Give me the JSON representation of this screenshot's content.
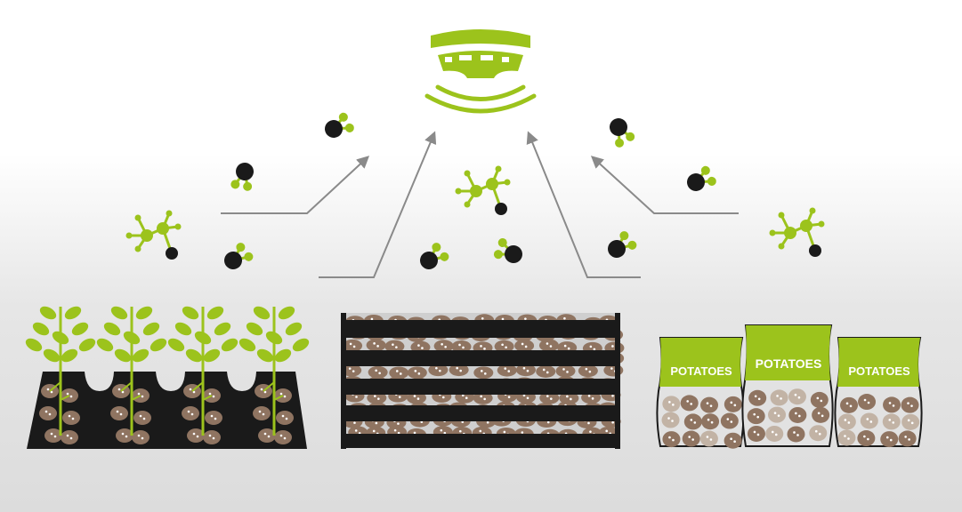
{
  "colors": {
    "accent_green": "#9cc31c",
    "dark": "#1a1a1a",
    "potato": "#8f7461",
    "arrow": "#8a8a8a"
  },
  "bags": [
    {
      "label": "POTATOES"
    },
    {
      "label": "POTATOES"
    },
    {
      "label": "POTATOES"
    }
  ]
}
